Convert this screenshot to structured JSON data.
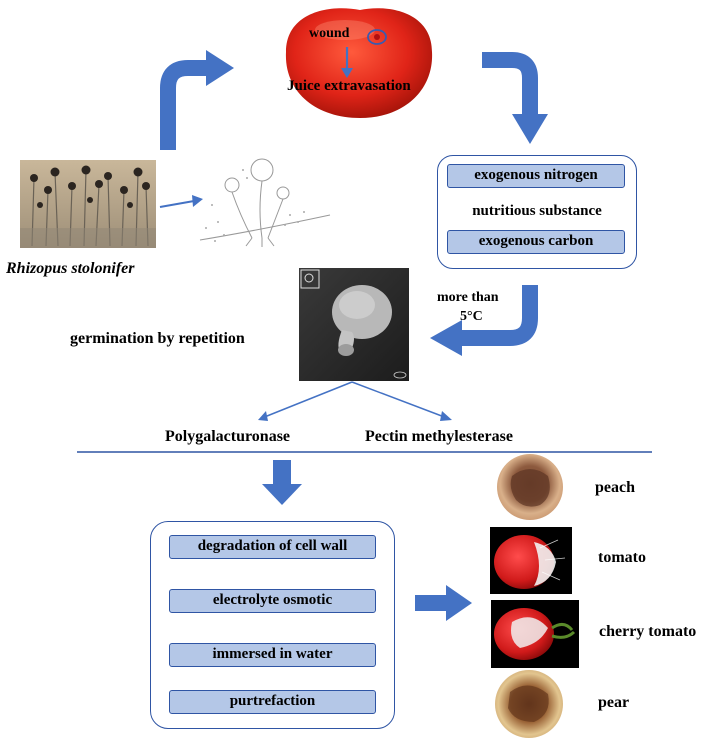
{
  "diagram": {
    "tomato_top": {
      "wound_label": "wound",
      "juice_label": "Juice extravasation"
    },
    "organism": {
      "name": "Rhizopus stolonifer"
    },
    "nutrients": {
      "nitrogen": "exogenous nitrogen",
      "middle": "nutritious substance",
      "carbon": "exogenous carbon"
    },
    "temperature": {
      "line1": "more than",
      "line2": "5°C"
    },
    "germination": {
      "label": "germination by repetition"
    },
    "enzymes": {
      "left": "Polygalacturonase",
      "right": "Pectin methylesterase"
    },
    "process": {
      "steps": [
        "degradation of cell wall",
        "electrolyte osmotic",
        "immersed in water",
        "purtrefaction"
      ]
    },
    "fruits": [
      "peach",
      "tomato",
      "cherry tomato",
      "pear"
    ],
    "colors": {
      "arrow_blue": "#4472c4",
      "pill_fill": "#b4c7e7",
      "border_blue": "#2f55a4",
      "tomato_red": "#e02418"
    }
  }
}
